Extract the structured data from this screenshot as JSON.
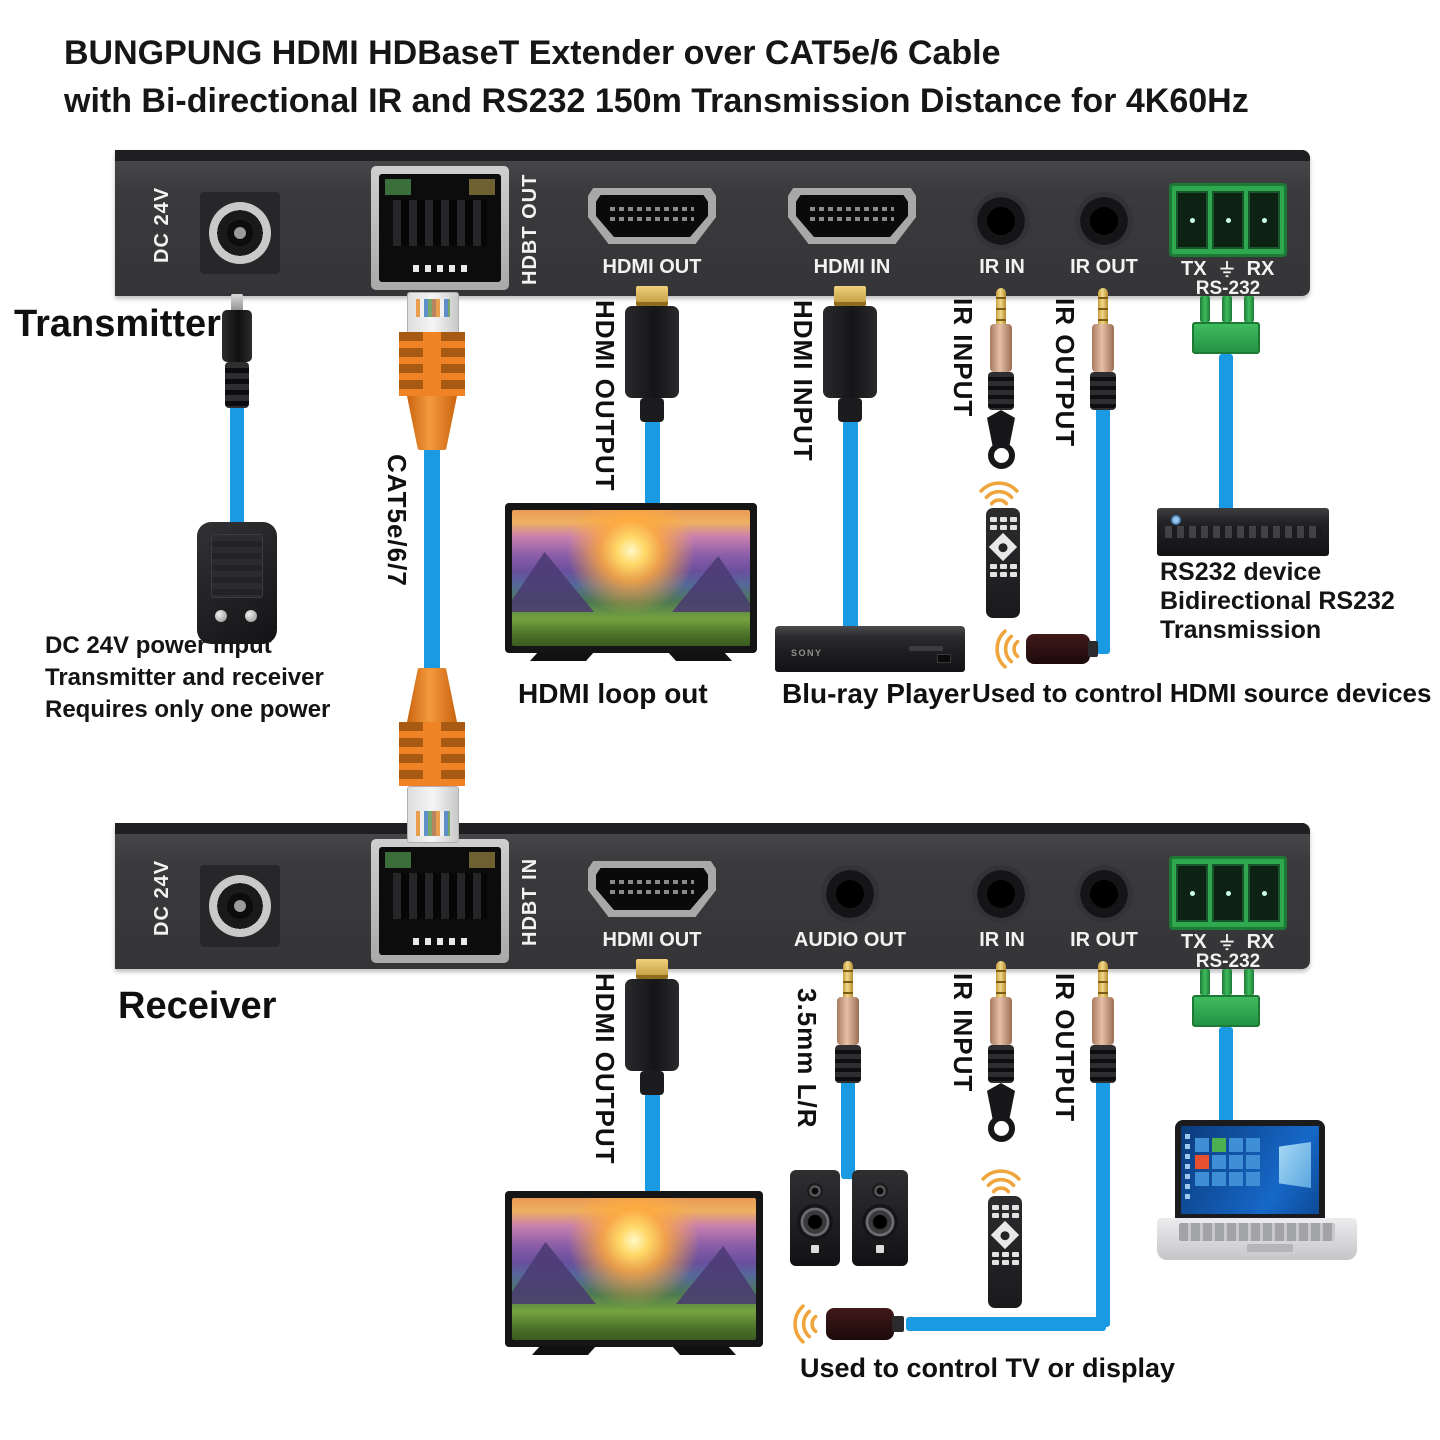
{
  "title": {
    "line1": "BUNGPUNG HDMI HDBaseT Extender over CAT5e/6 Cable",
    "line2": "with Bi-directional IR and RS232 150m Transmission Distance for 4K60Hz"
  },
  "colors": {
    "cable_blue": "#1b9ae4",
    "connector_orange": "#ef8326",
    "terminal_green": "#2fa84f",
    "wave_orange": "#efa43c",
    "panel_gray": "#3b3b3d"
  },
  "transmitter": {
    "label": "Transmitter",
    "dc_label": "DC 24V",
    "rj45_label": "HDBT OUT",
    "hdmi_out_label": "HDMI OUT",
    "hdmi_in_label": "HDMI IN",
    "ir_in_label": "IR IN",
    "ir_out_label": "IR OUT",
    "tx_label": "TX",
    "rx_label": "RX",
    "rs232_label": "RS-232"
  },
  "receiver": {
    "label": "Receiver",
    "dc_label": "DC 24V",
    "rj45_label": "HDBT IN",
    "hdmi_out_label": "HDMI OUT",
    "audio_out_label": "AUDIO OUT",
    "ir_in_label": "IR IN",
    "ir_out_label": "IR OUT",
    "tx_label": "TX",
    "rx_label": "RX",
    "rs232_label": "RS-232"
  },
  "cables": {
    "cat": "CAT5e/6/7",
    "hdmi_output_top": "HDMI OUTPUT",
    "hdmi_input": "HDMI INPUT",
    "ir_input_top": "IR INPUT",
    "ir_output_top": "IR OUTPUT",
    "hdmi_output_bottom": "HDMI OUTPUT",
    "audio": "3.5mm L/R",
    "ir_input_bottom": "IR INPUT",
    "ir_output_bottom": "IR OUTPUT"
  },
  "captions": {
    "power_note_line1": "DC 24V power input",
    "power_note_line2": "Transmitter and receiver",
    "power_note_line3": "Requires only one power",
    "hdmi_loop_out": "HDMI loop out",
    "blu_ray": "Blu-ray Player",
    "control_source": "Used to control HDMI source devices",
    "rs232_note_line1": "RS232 device",
    "rs232_note_line2": "Bidirectional RS232",
    "rs232_note_line3": "Transmission",
    "control_display": "Used to control TV or display",
    "sony_brand": "SONY"
  }
}
